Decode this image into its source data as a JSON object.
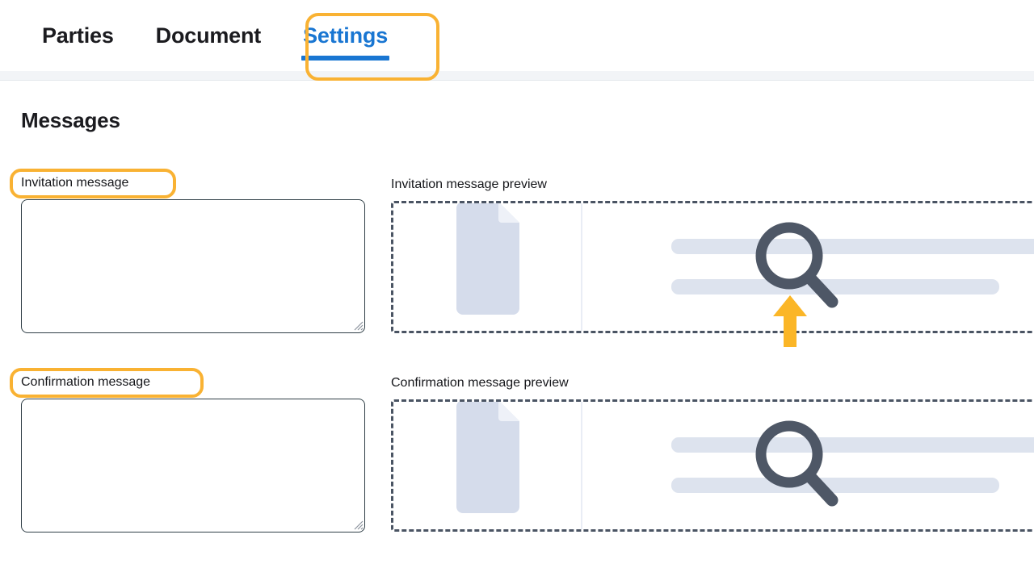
{
  "colors": {
    "accent_blue": "#1976d2",
    "highlight_amber": "#f9b233",
    "text_dark": "#15161a",
    "skeleton_gray": "#dde3ee",
    "dash_border": "#4a5463",
    "doc_icon": "#d5dceb"
  },
  "tabs": [
    {
      "label": "Parties",
      "active": false
    },
    {
      "label": "Document",
      "active": false
    },
    {
      "label": "Settings",
      "active": true
    }
  ],
  "page": {
    "title": "Messages"
  },
  "fields": {
    "invitation": {
      "label": "Invitation message",
      "value": "",
      "placeholder": ""
    },
    "confirmation": {
      "label": "Confirmation message",
      "value": "",
      "placeholder": ""
    }
  },
  "previews": {
    "invitation": {
      "label": "Invitation message preview",
      "icons": [
        "document-placeholder-icon",
        "magnifier-icon"
      ]
    },
    "confirmation": {
      "label": "Confirmation message preview",
      "icons": [
        "document-placeholder-icon",
        "magnifier-icon"
      ]
    }
  },
  "annotations": {
    "highlight_targets": [
      "Settings",
      "Invitation message",
      "Confirmation message"
    ],
    "pointer_arrow": "arrow-up-icon"
  }
}
